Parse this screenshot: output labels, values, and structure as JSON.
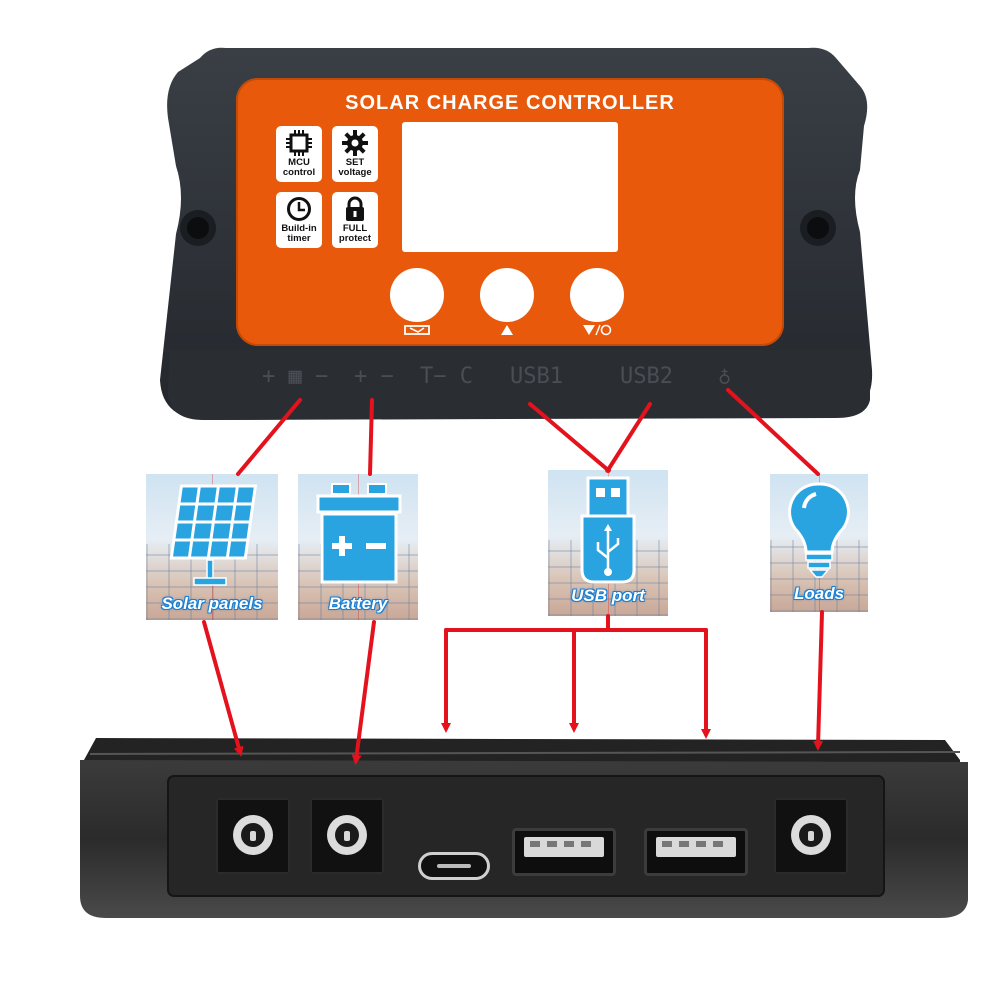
{
  "controller": {
    "title": "SOLAR CHARGE CONTROLLER",
    "features": [
      {
        "icon": "chip-icon",
        "label_line1": "MCU",
        "label_line2": "control"
      },
      {
        "icon": "gear-icon",
        "label_line1": "SET",
        "label_line2": "voltage"
      },
      {
        "icon": "clock-icon",
        "label_line1": "Build-in",
        "label_line2": "timer"
      },
      {
        "icon": "lock-icon",
        "label_line1": "FULL",
        "label_line2": "protect"
      }
    ],
    "buttons": [
      {
        "icon": "menu-enter-icon"
      },
      {
        "icon": "up-arrow-icon"
      },
      {
        "icon": "down-arrow-light-icon"
      }
    ],
    "port_labels": {
      "solar": "+ ▦ −",
      "battery": "+ −",
      "temp": "T− C",
      "usb1": "USB1",
      "usb2": "USB2",
      "load": "♁"
    }
  },
  "cards": [
    {
      "icon": "solar-panel-icon",
      "label": "Solar panels"
    },
    {
      "icon": "battery-icon",
      "label": "Battery"
    },
    {
      "icon": "usb-plug-icon",
      "label": "USB port"
    },
    {
      "icon": "light-bulb-icon",
      "label": "Loads"
    }
  ],
  "colors": {
    "face": "#e8590c",
    "housing": "#2e3238",
    "arrows": "#e3121c",
    "icon_blue": "#2aa4e0"
  }
}
